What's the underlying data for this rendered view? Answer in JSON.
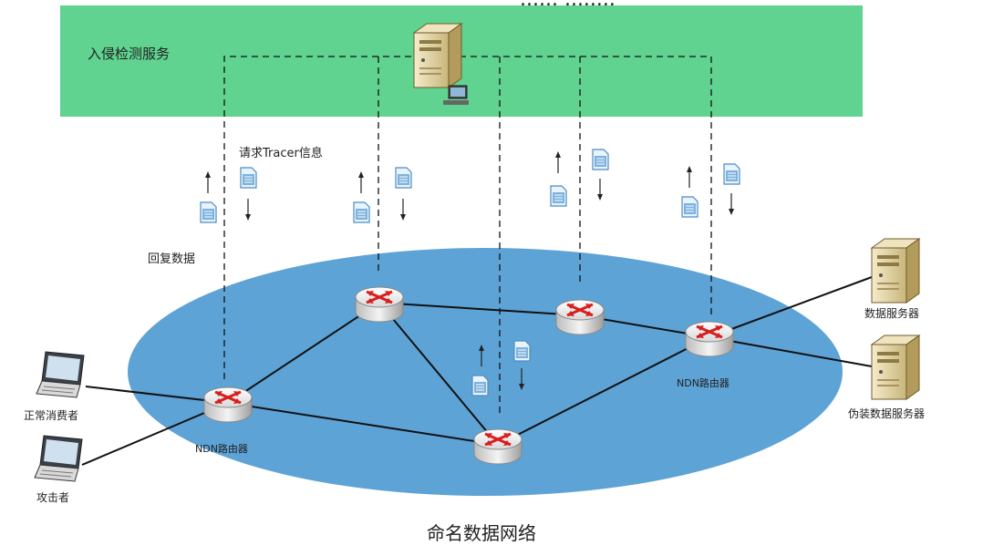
{
  "top_cut_text": "...... ........",
  "ids_service_label": "入侵检测服务",
  "request_label": "请求Tracer信息",
  "reply_label": "回复数据",
  "network_label": "命名数据网络",
  "router_label_left": "NDN路由器",
  "router_label_right": "NDN路由器",
  "data_server_label": "数据服务器",
  "fake_server_label": "伪装数据服务器",
  "normal_consumer_label": "正常消费者",
  "attacker_label": "攻击者",
  "colors": {
    "ids_band": "#5fd38f",
    "network_ellipse": "#5ea3d6",
    "router_arrow": "#d91e1e",
    "doc_icon": "#7cb2dd"
  }
}
